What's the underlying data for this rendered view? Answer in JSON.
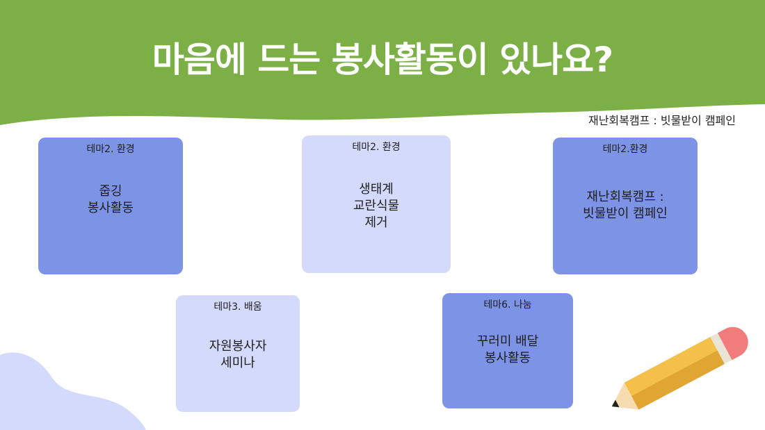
{
  "title": "마음에 드는 봉사활동이 있나요?",
  "caption": "재난회복캠프 : 빗물받이 캠페인",
  "colors": {
    "banner": "#7cb047",
    "card_dark": "#7d93e6",
    "card_light": "#d3dafb",
    "blob": "#d3dafb",
    "pencil_body": "#f5c04a",
    "pencil_eraser": "#f27b7b"
  },
  "cards": [
    {
      "tag": "테마2. 환경",
      "body": "줍깅\n봉사활동",
      "tone": "dark"
    },
    {
      "tag": "테마2. 환경",
      "body": "생태계\n교란식물\n제거",
      "tone": "light"
    },
    {
      "tag": "테마2.환경",
      "body": "재난회복캠프 :\n빗물받이 캠페인",
      "tone": "dark"
    },
    {
      "tag": "테마3. 배움",
      "body": "자원봉사자\n세미나",
      "tone": "light"
    },
    {
      "tag": "테마6. 나눔",
      "body": "꾸러미 배달\n봉사활동",
      "tone": "dark"
    }
  ],
  "icons": {
    "pencil": "pencil-icon",
    "blob": "decorative-blob"
  }
}
